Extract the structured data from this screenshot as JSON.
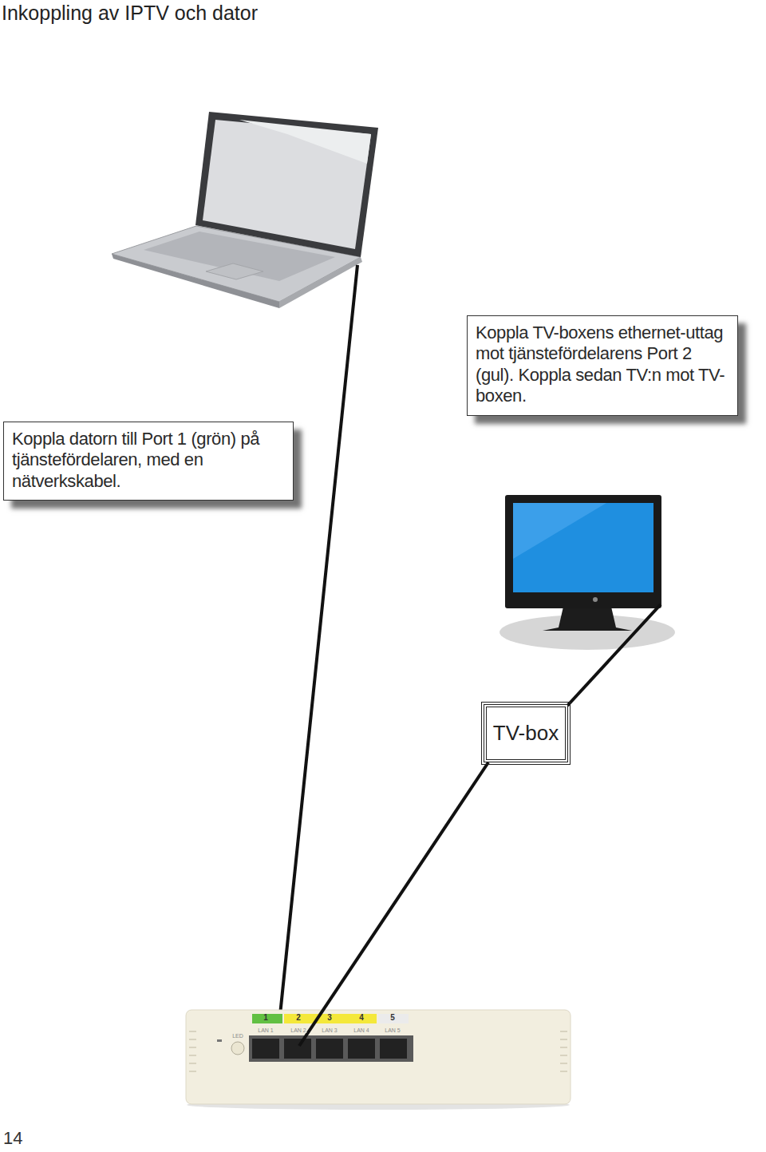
{
  "diagram": {
    "title": "Inkoppling av IPTV och dator",
    "nodes": [
      {
        "text": [
          "Koppla datorn till Port 1 (grön) på tjänstefördelaren, med en nätverkskabel."
        ]
      },
      {
        "text": [
          "Koppla TV-boxens ethernet-uttag mot tjänstefördelarens Port 2 (gul). Koppla sedan TV:n mot TV-boxen."
        ]
      },
      {
        "text": [
          "TV-box"
        ]
      },
      {
        "text": [
          "1",
          "2",
          "3",
          "4",
          "5",
          "LAN 1",
          "LAN 2",
          "LAN 3",
          "LAN 4",
          "LAN 5",
          "LED"
        ]
      }
    ],
    "edges": [
      {
        "from": 2,
        "to": 3,
        "arrow": "none"
      }
    ],
    "labels": [
      "14"
    ]
  }
}
